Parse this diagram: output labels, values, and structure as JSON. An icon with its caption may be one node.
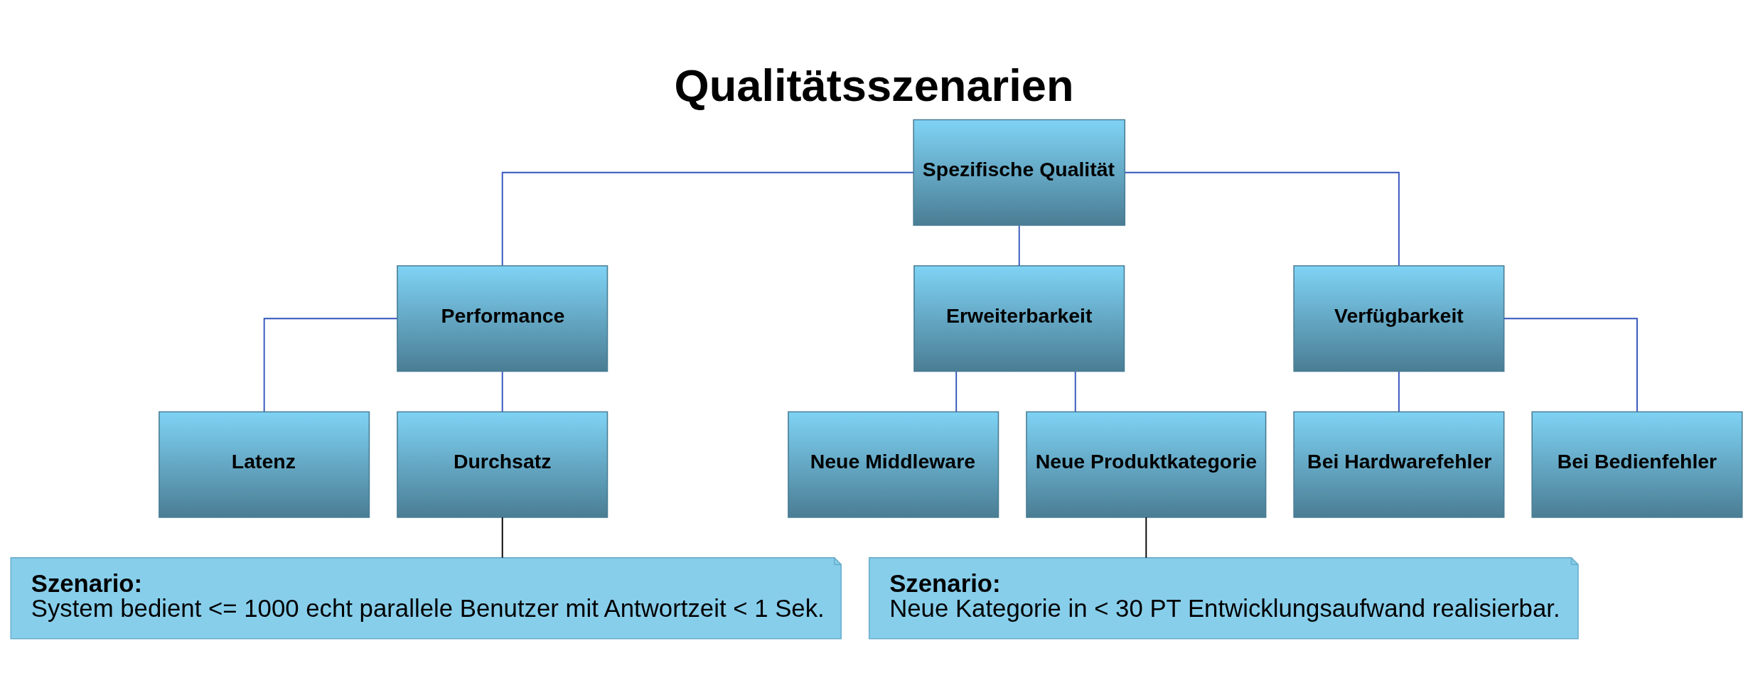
{
  "diagram": {
    "title": "Qualitätsszenarien",
    "nodes": [
      {
        "text": [
          "Spezifische Qualität"
        ]
      },
      {
        "text": [
          "Performance"
        ]
      },
      {
        "text": [
          "Erweiterbarkeit"
        ]
      },
      {
        "text": [
          "Verfügbarkeit"
        ]
      },
      {
        "text": [
          "Latenz"
        ]
      },
      {
        "text": [
          "Durchsatz"
        ]
      },
      {
        "text": [
          "Neue Middleware"
        ]
      },
      {
        "text": [
          "Neue Produktkategorie"
        ]
      },
      {
        "text": [
          "Bei Hardwarefehler"
        ]
      },
      {
        "text": [
          "Bei Bedienfehler"
        ]
      },
      {
        "text": [
          "Szenario:",
          "System bedient <= 1000 echt parallele Benutzer mit Antwortzeit < 1 Sek."
        ]
      },
      {
        "text": [
          "Szenario:",
          "Neue Kategorie in < 30 PT Entwicklungsaufwand realisierbar."
        ]
      }
    ],
    "edges": [
      {
        "from": 0,
        "to": 1,
        "arrow": "none"
      },
      {
        "from": 0,
        "to": 2,
        "arrow": "none"
      },
      {
        "from": 0,
        "to": 3,
        "arrow": "none"
      },
      {
        "from": 1,
        "to": 4,
        "arrow": "none"
      },
      {
        "from": 1,
        "to": 5,
        "arrow": "none"
      },
      {
        "from": 2,
        "to": 6,
        "arrow": "none"
      },
      {
        "from": 2,
        "to": 7,
        "arrow": "none"
      },
      {
        "from": 3,
        "to": 8,
        "arrow": "none"
      },
      {
        "from": 3,
        "to": 9,
        "arrow": "none"
      },
      {
        "from": 5,
        "to": 10,
        "arrow": "none",
        "color": "#000000"
      },
      {
        "from": 7,
        "to": 11,
        "arrow": "none",
        "color": "#000000"
      }
    ]
  }
}
